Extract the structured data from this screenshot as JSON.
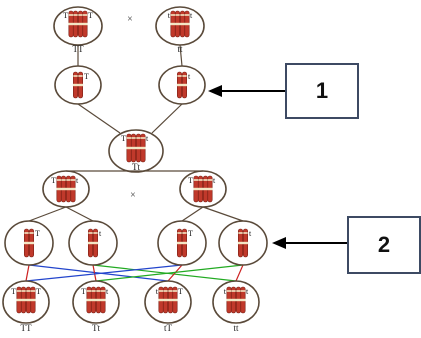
{
  "callouts": [
    {
      "label": "1"
    },
    {
      "label": "2"
    }
  ],
  "cross_symbols": [
    "×",
    "×"
  ],
  "parents": {
    "left": {
      "alleles": [
        "T",
        "T"
      ],
      "genotype": "TT"
    },
    "right": {
      "alleles": [
        "t",
        "t"
      ],
      "genotype": "tt"
    }
  },
  "parent_gametes": {
    "left": {
      "allele": "T"
    },
    "right": {
      "allele": "t"
    }
  },
  "f1": {
    "alleles": [
      "T",
      "t"
    ],
    "genotype": "Tt"
  },
  "f1_parents": [
    {
      "alleles": [
        "T",
        "t"
      ]
    },
    {
      "alleles": [
        "T",
        "t"
      ]
    }
  ],
  "f1_gametes": [
    {
      "allele": "T"
    },
    {
      "allele": "t"
    },
    {
      "allele": "T"
    },
    {
      "allele": "t"
    }
  ],
  "f2": [
    {
      "alleles": [
        "T",
        "T"
      ],
      "genotype": "TT"
    },
    {
      "alleles": [
        "T",
        "t"
      ],
      "genotype": "Tt"
    },
    {
      "alleles": [
        "t",
        "T"
      ],
      "genotype": "tT"
    },
    {
      "alleles": [
        "t",
        "t"
      ],
      "genotype": "tt"
    }
  ],
  "colors": {
    "ellipse_stroke": "#5a4a3a",
    "chromosome_T": "#c0392b",
    "chromosome_t": "#c0392b",
    "cross_line_a": "#cc2222",
    "cross_line_b": "#22aa22",
    "cross_line_c": "#2244cc",
    "arrow": "#000000"
  }
}
